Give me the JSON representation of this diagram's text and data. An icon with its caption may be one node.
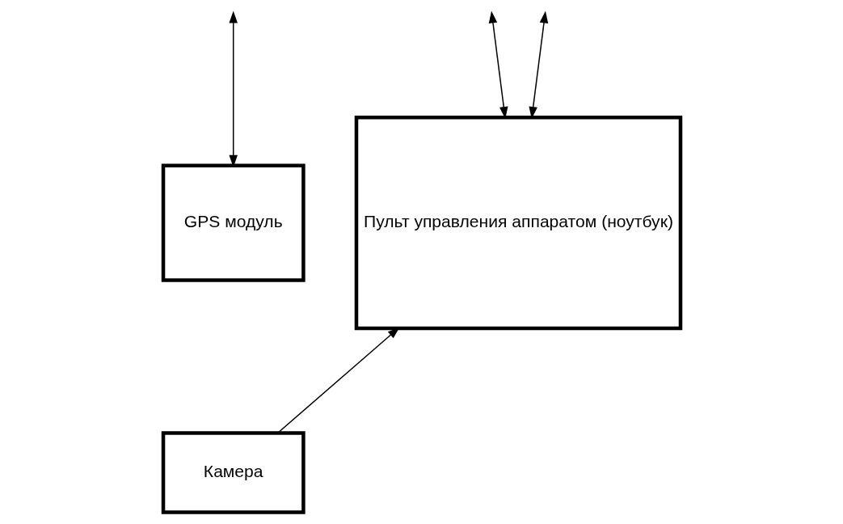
{
  "diagram": {
    "nodes": [
      {
        "text": [
          "Пульт управления аппаратом (ноутбук)"
        ]
      },
      {
        "text": [
          "GPS модуль"
        ]
      },
      {
        "text": [
          "Камера"
        ]
      }
    ],
    "edges": [
      {
        "from": null,
        "to": 0,
        "arrow": "both"
      },
      {
        "from": null,
        "to": 0,
        "arrow": "both"
      },
      {
        "from": null,
        "to": 1,
        "arrow": "both"
      },
      {
        "from": 2,
        "to": 0,
        "arrow": "to"
      }
    ]
  }
}
